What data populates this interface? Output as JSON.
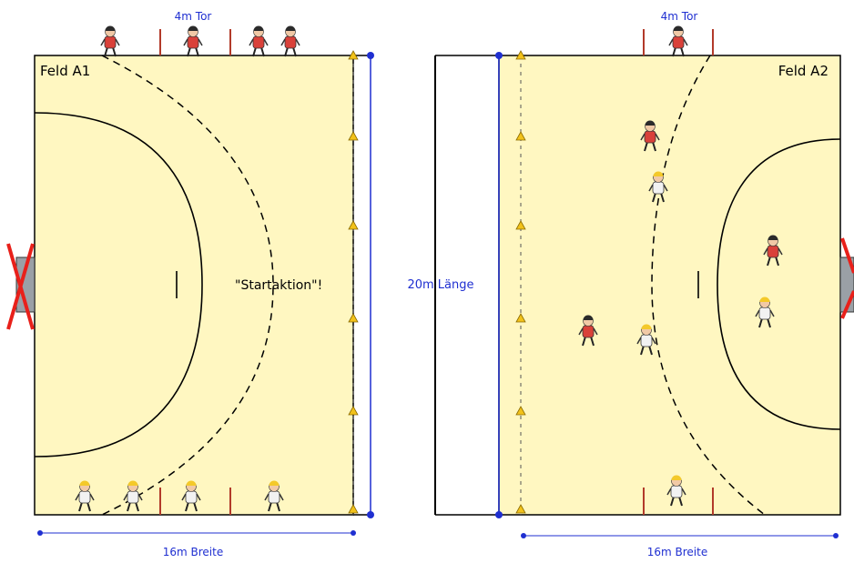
{
  "labels": {
    "goal_left": "4m Tor",
    "goal_right": "4m Tor",
    "field_a1": "Feld A1",
    "field_a2": "Feld A2",
    "start_action": "\"Startaktion\"!",
    "length": "20m Länge",
    "width_left": "16m Breite",
    "width_right": "16m Breite"
  },
  "colors": {
    "court": "#fff7c1",
    "court_line": "#000000",
    "measure_line": "#1f2fd1",
    "label_blue": "#1f2fd1",
    "goal_post": "#b23a2a",
    "cross": "#e8201a",
    "cone": "#f2c21a",
    "player_red": "#d9413a",
    "player_white": "#f2f2f2",
    "helmet_yellow": "#f4c92a"
  }
}
